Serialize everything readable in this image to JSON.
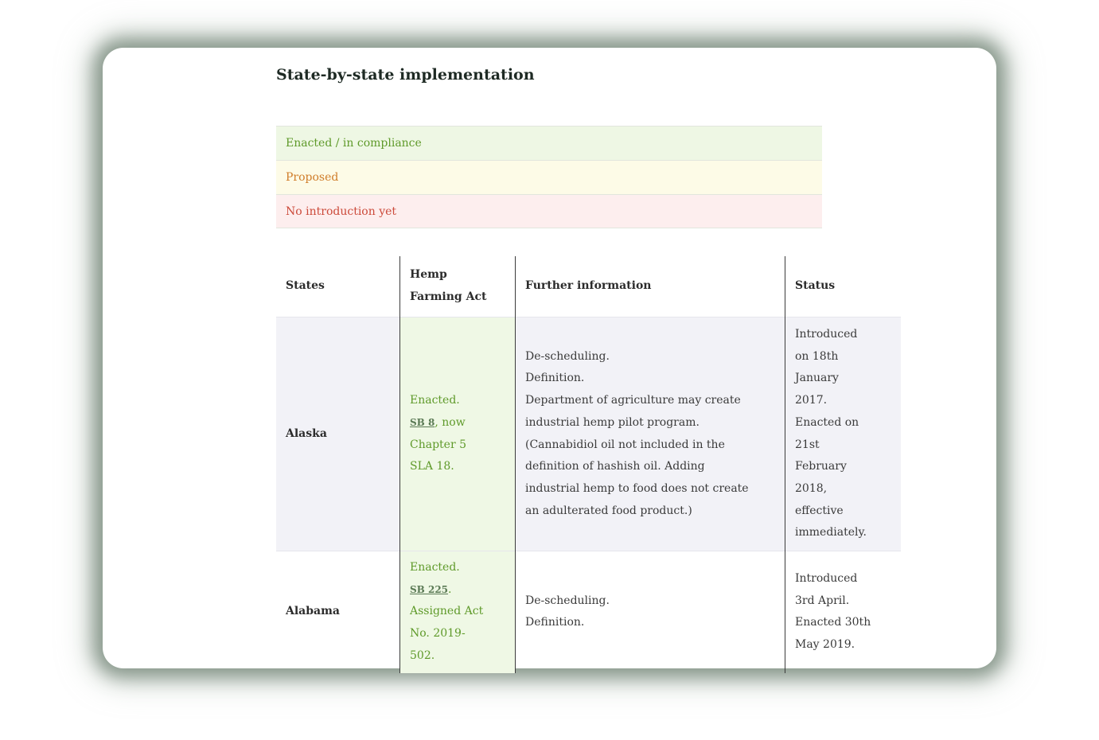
{
  "heading": "State-by-state implementation",
  "legend": {
    "enacted": "Enacted / in compliance",
    "proposed": "Proposed",
    "none": "No introduction yet"
  },
  "colors": {
    "enacted_text": "#5f9a2a",
    "enacted_bg": "#eef7e4",
    "proposed_text": "#d07d2a",
    "proposed_bg": "#fdfbe7",
    "none_text": "#cc4a3a",
    "none_bg": "#fdeeee"
  },
  "table": {
    "headers": {
      "states": "States",
      "act_line1": "Hemp",
      "act_line2": "Farming Act",
      "info": "Further information",
      "status": "Status"
    },
    "rows": [
      {
        "state": "Alaska",
        "act": {
          "line1": "Enacted.",
          "link": "SB 8",
          "after_link": ", now",
          "line3": "Chapter 5",
          "line4": "SLA 18."
        },
        "info": [
          "De-scheduling.",
          "Definition.",
          "Department of agriculture may create",
          "industrial hemp pilot program.",
          "(Cannabidiol oil not included in the",
          "definition of hashish oil. Adding",
          "industrial hemp to food does not create",
          "an adulterated food product.)"
        ],
        "status": [
          "Introduced",
          "on 18th",
          "January",
          "2017.",
          "Enacted on",
          "21st",
          "February",
          "2018,",
          "effective",
          "immediately."
        ]
      },
      {
        "state": "Alabama",
        "act": {
          "line1": "Enacted.",
          "link": "SB 225",
          "after_link": ".",
          "line3": "Assigned Act",
          "line4": "No. 2019-",
          "line5": "502."
        },
        "info": [
          "De-scheduling.",
          "Definition."
        ],
        "status": [
          "Introduced",
          "3rd April.",
          "Enacted 30th",
          "May 2019."
        ]
      }
    ]
  }
}
